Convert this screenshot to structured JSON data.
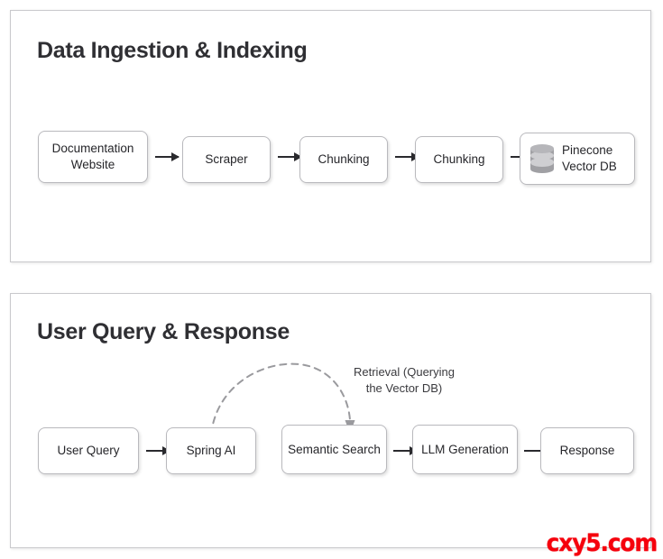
{
  "panels": [
    {
      "id": "ingestion",
      "title": "Data Ingestion & Indexing",
      "nodes": [
        {
          "label": "Documentation\nWebsite",
          "icon": null
        },
        {
          "label": "Scraper",
          "icon": null
        },
        {
          "label": "Chunking",
          "icon": null
        },
        {
          "label": "Chunking",
          "icon": null
        },
        {
          "label": "Pinecone\nVector DB",
          "icon": "database-icon"
        }
      ]
    },
    {
      "id": "query",
      "title": "User Query & Response",
      "nodes": [
        {
          "label": "User Query",
          "icon": null
        },
        {
          "label": "Spring AI",
          "icon": null
        },
        {
          "label": "Semantic Search",
          "icon": null
        },
        {
          "label": "LLM Generation",
          "icon": null
        },
        {
          "label": "Response",
          "icon": null
        }
      ],
      "annotation": "Retrieval (Querying\nthe Vector DB)"
    }
  ],
  "watermark": "cxy5.com",
  "colors": {
    "panel_border": "#c9c9cc",
    "node_border": "#b9b9bd",
    "arrow": "#2a2a2e",
    "dashed_arrow": "#9a9a9e",
    "title_text": "#2f2f33",
    "watermark": "#f5000c"
  }
}
